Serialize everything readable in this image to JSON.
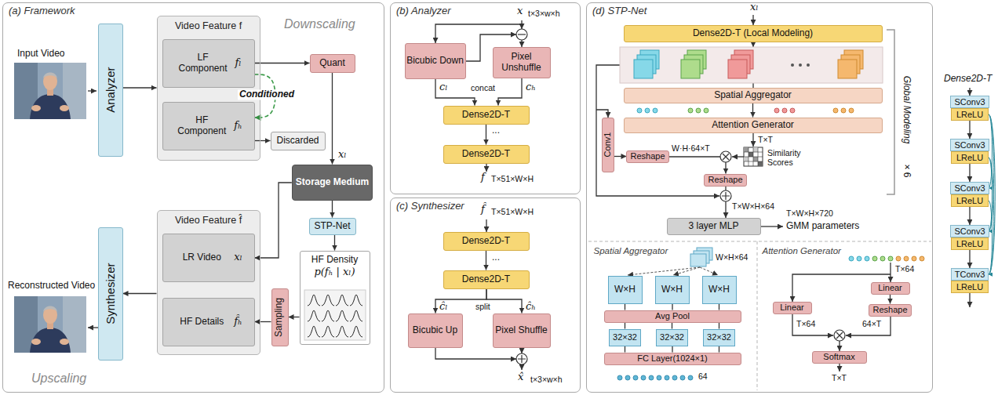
{
  "diagram": {
    "nodes": [
      {
        "text": [
          "(a) Framework"
        ]
      },
      {
        "text": [
          "Analyzer"
        ],
        "in": 0
      },
      {
        "text": [
          "Video Feature f"
        ],
        "in": 0
      },
      {
        "text": [
          "LF Component",
          "fₗ"
        ],
        "in": 2
      },
      {
        "text": [
          "HF Component",
          "fₕ"
        ],
        "in": 2
      },
      {
        "text": [
          "Quant"
        ],
        "in": 0
      },
      {
        "text": [
          "Discarded"
        ],
        "in": 0
      },
      {
        "text": [
          "Storage Medium"
        ],
        "in": 0
      },
      {
        "text": [
          "Video Feature f̂"
        ],
        "in": 0
      },
      {
        "text": [
          "LR Video",
          "xₗ"
        ],
        "in": 8
      },
      {
        "text": [
          "HF Details",
          "f̂ₕ"
        ],
        "in": 8
      },
      {
        "text": [
          "Synthesizer"
        ],
        "in": 0
      },
      {
        "text": [
          "STP-Net"
        ],
        "in": 0
      },
      {
        "text": [
          "HF Density",
          "p(fₕ | xₗ)"
        ],
        "in": 0
      },
      {
        "text": [
          "Sampling"
        ],
        "in": 0
      },
      {
        "text": [
          "(b) Analyzer"
        ]
      },
      {
        "text": [
          "Bicubic Down"
        ],
        "in": 15
      },
      {
        "text": [
          "Pixel Unshuffle"
        ],
        "in": 15
      },
      {
        "text": [
          "Dense2D-T"
        ],
        "in": 15
      },
      {
        "text": [
          "Dense2D-T"
        ],
        "in": 15
      },
      {
        "text": [
          "(c) Synthesizer"
        ]
      },
      {
        "text": [
          "Dense2D-T"
        ],
        "in": 20
      },
      {
        "text": [
          "Dense2D-T"
        ],
        "in": 20
      },
      {
        "text": [
          "Bicubic Up"
        ],
        "in": 20
      },
      {
        "text": [
          "Pixel Shuffle"
        ],
        "in": 20
      },
      {
        "text": [
          "(d) STP-Net"
        ]
      },
      {
        "text": [
          "Dense2D-T (Local Modeling)"
        ],
        "in": 25
      },
      {
        "text": [
          "Spatial Aggregator"
        ],
        "in": 25
      },
      {
        "text": [
          "Attention Generator"
        ],
        "in": 25
      },
      {
        "text": [
          "Conv1"
        ],
        "in": 25
      },
      {
        "text": [
          "Reshape"
        ],
        "in": 25
      },
      {
        "text": [
          "Reshape"
        ],
        "in": 25
      },
      {
        "text": [
          "3 layer MLP"
        ],
        "in": 25
      },
      {
        "text": [
          "Spatial Aggregator"
        ],
        "in": 25
      },
      {
        "text": [
          "W×H"
        ],
        "in": 33
      },
      {
        "text": [
          "W×H"
        ],
        "in": 33
      },
      {
        "text": [
          "W×H"
        ],
        "in": 33
      },
      {
        "text": [
          "Avg Pool"
        ],
        "in": 33
      },
      {
        "text": [
          "32×32"
        ],
        "in": 33
      },
      {
        "text": [
          "32×32"
        ],
        "in": 33
      },
      {
        "text": [
          "32×32"
        ],
        "in": 33
      },
      {
        "text": [
          "FC Layer(1024×1)"
        ],
        "in": 33
      },
      {
        "text": [
          "Attention Generator"
        ],
        "in": 25
      },
      {
        "text": [
          "Linear"
        ],
        "in": 42
      },
      {
        "text": [
          "Linear"
        ],
        "in": 42
      },
      {
        "text": [
          "Reshape"
        ],
        "in": 42
      },
      {
        "text": [
          "Softmax"
        ],
        "in": 42
      },
      {
        "text": [
          "SConv3"
        ]
      },
      {
        "text": [
          "LReLU"
        ]
      },
      {
        "text": [
          "SConv3"
        ]
      },
      {
        "text": [
          "LReLU"
        ]
      },
      {
        "text": [
          "SConv3"
        ]
      },
      {
        "text": [
          "LReLU"
        ]
      },
      {
        "text": [
          "SConv3"
        ]
      },
      {
        "text": [
          "LReLU"
        ]
      },
      {
        "text": [
          "TConv3"
        ]
      },
      {
        "text": [
          "LReLU"
        ]
      }
    ],
    "edges": [
      {
        "from": 1,
        "to": 2,
        "arrow": "to"
      },
      {
        "from": 3,
        "to": 5,
        "arrow": "to"
      },
      {
        "from": 3,
        "to": 4,
        "arrow": "to",
        "label": "Conditioned"
      },
      {
        "from": 4,
        "to": 6,
        "arrow": "to"
      },
      {
        "from": 5,
        "to": 7,
        "arrow": "to"
      },
      {
        "from": 7,
        "to": 9,
        "arrow": "to"
      },
      {
        "from": 7,
        "to": 12,
        "arrow": "to"
      },
      {
        "from": 12,
        "to": 13,
        "arrow": "to"
      },
      {
        "from": 13,
        "to": 14,
        "arrow": "to"
      },
      {
        "from": 14,
        "to": 10,
        "arrow": "to"
      },
      {
        "from": 8,
        "to": 11,
        "arrow": "to"
      },
      {
        "from": 16,
        "to": 18,
        "arrow": "to"
      },
      {
        "from": 17,
        "to": 18,
        "arrow": "to"
      },
      {
        "from": 18,
        "to": 19,
        "arrow": "to"
      },
      {
        "from": 21,
        "to": 22,
        "arrow": "to"
      },
      {
        "from": 22,
        "to": 23,
        "arrow": "to"
      },
      {
        "from": 22,
        "to": 24,
        "arrow": "to"
      },
      {
        "from": 27,
        "to": 28,
        "arrow": "to"
      },
      {
        "from": 29,
        "to": 30,
        "arrow": "to"
      },
      {
        "from": 30,
        "to": 31,
        "arrow": "to"
      },
      {
        "from": 34,
        "to": 37,
        "arrow": "none"
      },
      {
        "from": 35,
        "to": 37,
        "arrow": "none"
      },
      {
        "from": 36,
        "to": 37,
        "arrow": "none"
      },
      {
        "from": 37,
        "to": 38,
        "arrow": "none"
      },
      {
        "from": 37,
        "to": 39,
        "arrow": "none"
      },
      {
        "from": 37,
        "to": 40,
        "arrow": "none"
      },
      {
        "from": 38,
        "to": 41,
        "arrow": "none"
      },
      {
        "from": 39,
        "to": 41,
        "arrow": "none"
      },
      {
        "from": 40,
        "to": 41,
        "arrow": "none"
      },
      {
        "from": 44,
        "to": 45,
        "arrow": "to"
      },
      {
        "from": 48,
        "to": 49,
        "arrow": "to"
      },
      {
        "from": 50,
        "to": 51,
        "arrow": "to"
      },
      {
        "from": 52,
        "to": 53,
        "arrow": "to"
      },
      {
        "from": 54,
        "to": 55,
        "arrow": "to"
      }
    ],
    "labels": [
      "Input Video",
      "Reconstructed Video",
      "Downscaling",
      "Upscaling",
      "xₗ",
      "x",
      "t×3×w×h",
      "cₗ",
      "cₕ",
      "concat",
      "...",
      "f",
      "T×51×W×H",
      "f̂",
      "T×51×W×H",
      "...",
      "split",
      "ĉₗ",
      "ĉₕ",
      "x̂",
      "t×3×w×h",
      "xₗ",
      "Global Modeling",
      "× 6",
      "W·H·64×T",
      "T×T",
      "Similarity Scores",
      "T×W×H×64",
      "T×W×H×720",
      "GMM parameters",
      "W×H×64",
      "64",
      "T×64",
      "T×64",
      "64×T",
      "T×T",
      "Dense2D-T"
    ]
  }
}
